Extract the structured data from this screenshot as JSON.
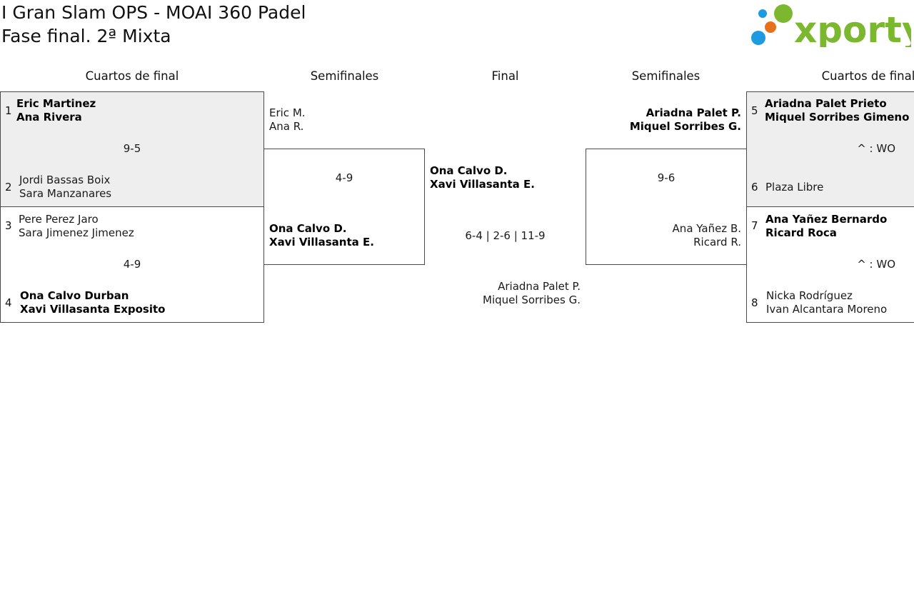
{
  "header": {
    "title": "I Gran Slam OPS - MOAI 360 Padel",
    "subtitle": "Fase final. 2ª Mixta",
    "logo_text": "xporty"
  },
  "columns": {
    "left_quarter": "Cuartos de final",
    "left_semi": "Semifinales",
    "final": "Final",
    "right_semi": "Semifinales",
    "right_quarter": "Cuartos de final"
  },
  "quarter_left_1": {
    "seed_a": "1",
    "team_a_p1": "Eric Martinez",
    "team_a_p2": "Ana Rivera",
    "score": "9-5",
    "seed_b": "2",
    "team_b_p1": "Jordi Bassas Boix",
    "team_b_p2": "Sara Manzanares"
  },
  "quarter_left_2": {
    "seed_a": "3",
    "team_a_p1": "Pere Perez Jaro",
    "team_a_p2": "Sara Jimenez Jimenez",
    "score": "4-9",
    "seed_b": "4",
    "team_b_p1": "Ona Calvo Durban",
    "team_b_p2": "Xavi Villasanta Exposito"
  },
  "semi_left": {
    "team_a_p1": "Eric M.",
    "team_a_p2": "Ana R.",
    "score": "4-9",
    "team_b_p1": "Ona Calvo D.",
    "team_b_p2": "Xavi Villasanta E."
  },
  "final": {
    "team_a_p1": "Ona Calvo D.",
    "team_a_p2": "Xavi Villasanta E.",
    "score": "6-4 | 2-6 | 11-9",
    "team_b_p1": "Ariadna Palet P.",
    "team_b_p2": "Miquel Sorribes G."
  },
  "semi_right": {
    "team_a_p1": "Ariadna Palet P.",
    "team_a_p2": "Miquel Sorribes G.",
    "score": "9-6",
    "team_b_p1": "Ana Yañez B.",
    "team_b_p2": "Ricard R."
  },
  "quarter_right_1": {
    "seed_a": "5",
    "team_a_p1": "Ariadna Palet Prieto",
    "team_a_p2": "Miquel Sorribes Gimeno",
    "score": "^ : WO",
    "seed_b": "6",
    "team_b_p1": "Plaza Libre"
  },
  "quarter_right_2": {
    "seed_a": "7",
    "team_a_p1": "Ana Yañez Bernardo",
    "team_a_p2": "Ricard Roca",
    "score": "^ : WO",
    "seed_b": "8",
    "team_b_p1": "Nicka Rodríguez",
    "team_b_p2": "Ivan Alcantara Moreno"
  },
  "colors": {
    "winner_box_bg": "#eeeeee",
    "border": "#4a4a4a",
    "logo_green": "#7cb82f",
    "logo_blue": "#1e9be0",
    "logo_orange": "#e8701c"
  }
}
